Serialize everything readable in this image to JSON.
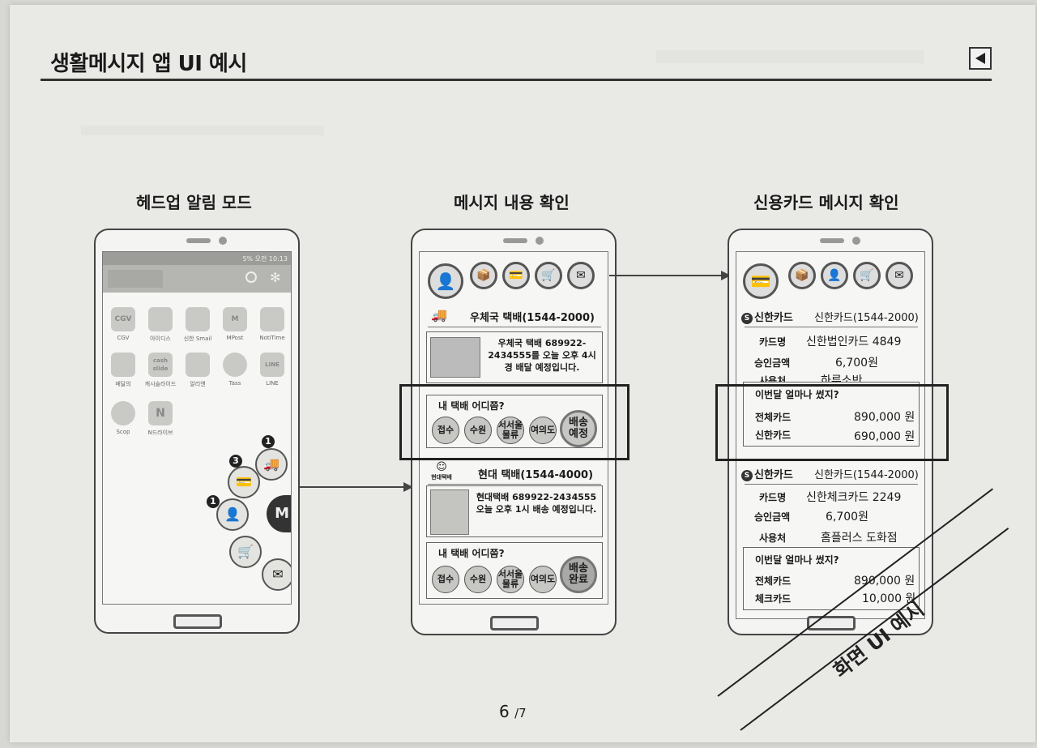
{
  "header": {
    "title": "생활메시지 앱 UI 예시"
  },
  "sections": {
    "headup": "헤드업 알림 모드",
    "content": "메시지 내용 확인",
    "card": "신용카드 메시지 확인"
  },
  "phone1": {
    "status_right": "5% 오전 10:13",
    "apps": [
      {
        "icon": "CGV",
        "label": "CGV"
      },
      {
        "icon": "",
        "label": "아이디스"
      },
      {
        "icon": "",
        "label": "신한 Smail"
      },
      {
        "icon": "M",
        "label": "MPost"
      },
      {
        "icon": "",
        "label": "NotiTime"
      },
      {
        "icon": "",
        "label": "배달의"
      },
      {
        "icon": "cash slide",
        "label": "캐시슬라이드"
      },
      {
        "icon": "",
        "label": "알리앤"
      },
      {
        "icon": "",
        "label": "Tass"
      },
      {
        "icon": "LINE",
        "label": "LINE"
      },
      {
        "icon": "",
        "label": "Scop"
      },
      {
        "icon": "N",
        "label": "N드라이브"
      }
    ],
    "badges": {
      "shipping": "1",
      "card": "3",
      "post": "1"
    },
    "m_button": "M"
  },
  "phone2": {
    "delivery1": {
      "sender": "우체국 택배(1544-2000)",
      "message": "우체국 택배 689922-2434555를 오늘 오후 4시 경 배달 예정입니다.",
      "tracker_title": "내 택배 어디쯤?",
      "steps": [
        "접수",
        "수원",
        "서서울 물류",
        "여의도",
        "배송 예정"
      ]
    },
    "delivery2": {
      "logo_label": "현대택배",
      "sender": "현대 택배(1544-4000)",
      "message": "현대택배 689922-2434555 오늘 오후 1시 배송 예정입니다.",
      "tracker_title": "내 택배 어디쯤?",
      "steps": [
        "접수",
        "수원",
        "서서울 물류",
        "여의도",
        "배송 완료"
      ]
    }
  },
  "phone3": {
    "msg1": {
      "logo": "신한카드",
      "sender": "신한카드(1544-2000)",
      "rows": [
        {
          "label": "카드명",
          "value": "신한법인카드 4849"
        },
        {
          "label": "승인금액",
          "value": "6,700원"
        },
        {
          "label": "사용처",
          "value": "하루소반"
        }
      ],
      "summary_title": "이번달 얼마나 썼지?",
      "summary": [
        {
          "label": "전체카드",
          "value": "890,000 원"
        },
        {
          "label": "신한카드",
          "value": "690,000 원"
        }
      ]
    },
    "msg2": {
      "logo": "신한카드",
      "sender": "신한카드(1544-2000)",
      "rows": [
        {
          "label": "카드명",
          "value": "신한체크카드 2249"
        },
        {
          "label": "승인금액",
          "value": "6,700원"
        },
        {
          "label": "사용처",
          "value": "홈플러스 도화점"
        }
      ],
      "summary_title": "이번달 얼마나 썼지?",
      "summary": [
        {
          "label": "전체카드",
          "value": "890,000 원"
        },
        {
          "label": "체크카드",
          "value": "10,000 원"
        }
      ]
    }
  },
  "stamp": "화면 UI 예시",
  "page": {
    "current": "6",
    "total": "/7"
  },
  "colors": {
    "ink": "#1a1a1a",
    "paper": "#e9e9e6",
    "highlight": "#222222"
  }
}
